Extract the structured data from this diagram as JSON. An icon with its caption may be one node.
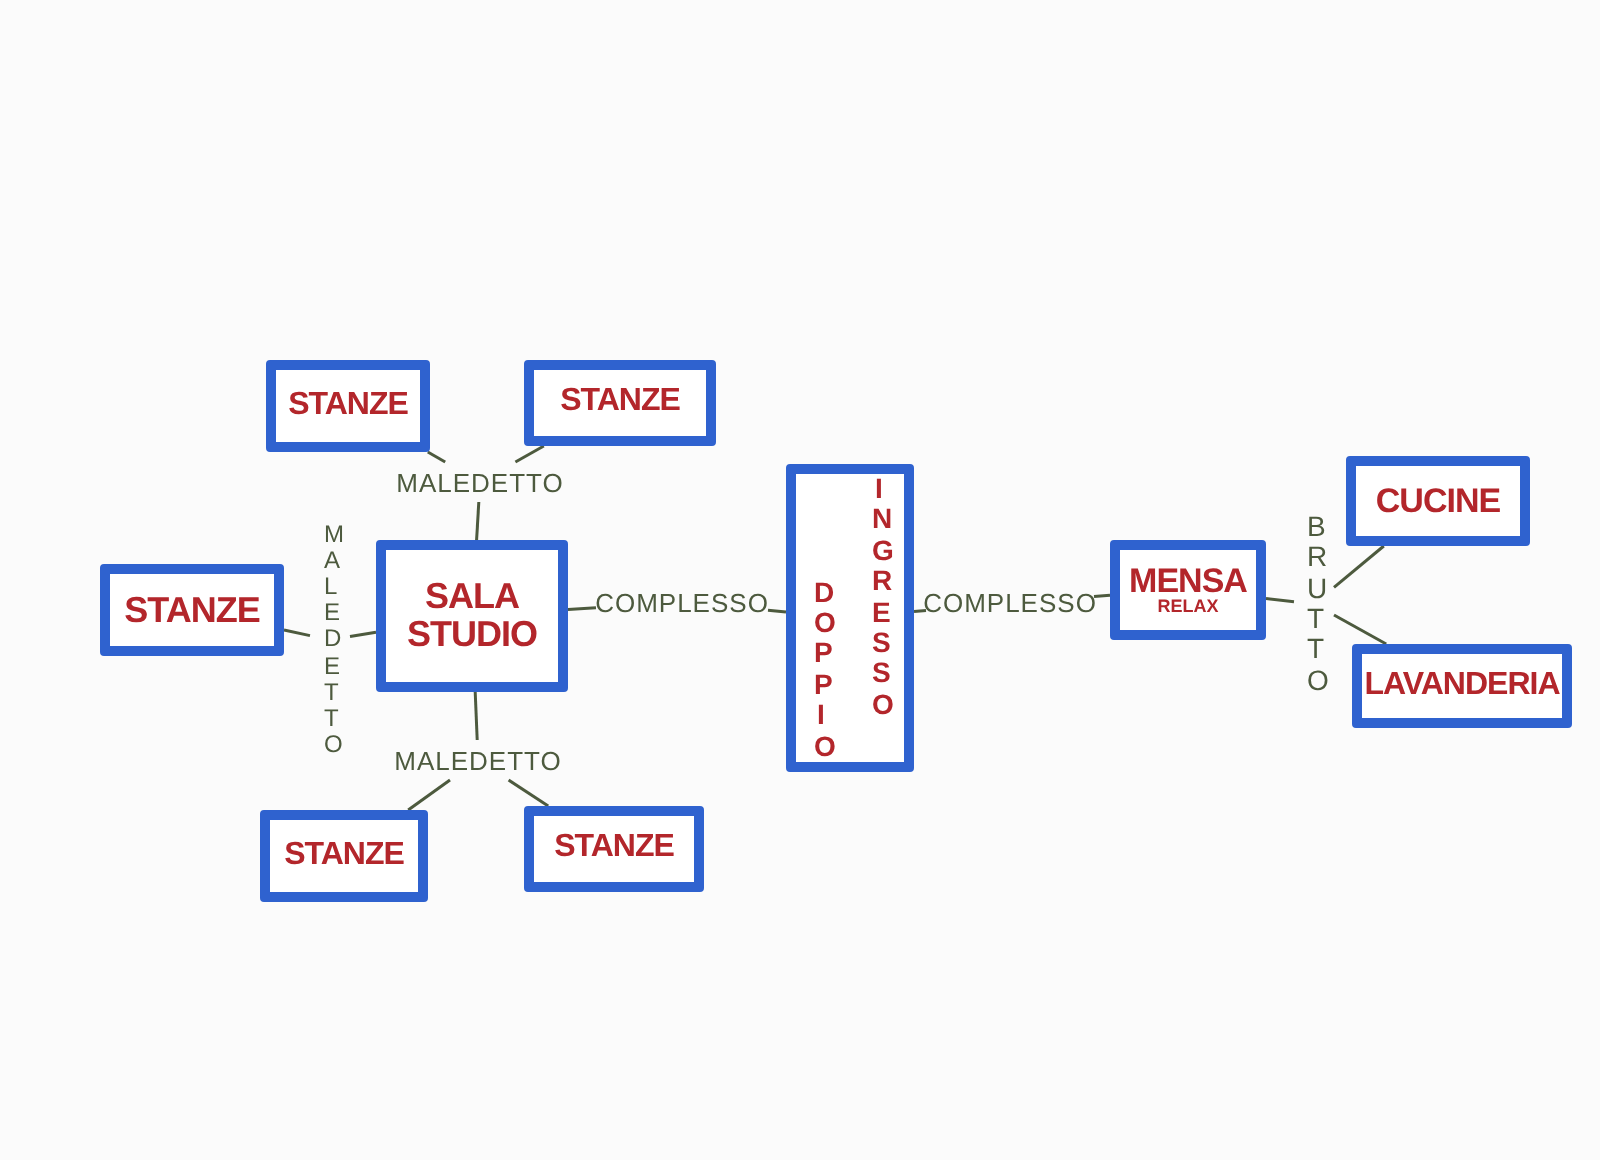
{
  "diagram": {
    "nodes": [
      {
        "text": [
          "STANZE"
        ]
      },
      {
        "text": [
          "STANZE"
        ]
      },
      {
        "text": [
          "MALEDETTO"
        ]
      },
      {
        "text": [
          "STANZE"
        ]
      },
      {
        "text": [
          "MALEDETTO"
        ]
      },
      {
        "text": [
          "SALA STUDIO"
        ]
      },
      {
        "text": [
          "MALEDETTO"
        ]
      },
      {
        "text": [
          "STANZE"
        ]
      },
      {
        "text": [
          "STANZE"
        ]
      },
      {
        "text": [
          "COMPLESSO"
        ]
      },
      {
        "text": [
          "DOPPIO",
          "INGRESSO"
        ]
      },
      {
        "text": [
          "COMPLESSO"
        ]
      },
      {
        "text": [
          "MENSA",
          "RELAX"
        ]
      },
      {
        "text": [
          "BRUTTO"
        ]
      },
      {
        "text": [
          "CUCINE"
        ]
      },
      {
        "text": [
          "LAVANDERIA"
        ]
      }
    ],
    "edges": [
      {
        "from": 2,
        "to": 0,
        "arrow": "none"
      },
      {
        "from": 2,
        "to": 1,
        "arrow": "none"
      },
      {
        "from": 2,
        "to": 5,
        "arrow": "none"
      },
      {
        "from": 4,
        "to": 3,
        "arrow": "none"
      },
      {
        "from": 4,
        "to": 5,
        "arrow": "none"
      },
      {
        "from": 5,
        "to": 6,
        "arrow": "none"
      },
      {
        "from": 6,
        "to": 7,
        "arrow": "none"
      },
      {
        "from": 6,
        "to": 8,
        "arrow": "none"
      },
      {
        "from": 5,
        "to": 9,
        "arrow": "none"
      },
      {
        "from": 9,
        "to": 10,
        "arrow": "none"
      },
      {
        "from": 10,
        "to": 11,
        "arrow": "none"
      },
      {
        "from": 11,
        "to": 12,
        "arrow": "none"
      },
      {
        "from": 12,
        "to": 13,
        "arrow": "none"
      },
      {
        "from": 13,
        "to": 14,
        "arrow": "none"
      },
      {
        "from": 13,
        "to": 15,
        "arrow": "none"
      }
    ]
  }
}
